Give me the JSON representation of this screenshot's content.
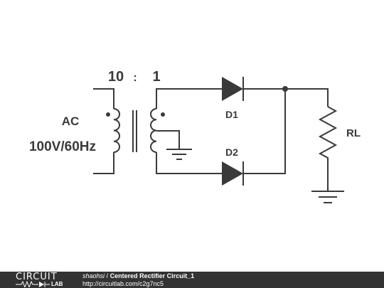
{
  "schematic": {
    "source": "AC",
    "source_rating": "100V/60Hz",
    "ratio_primary": "10",
    "ratio_sep": ":",
    "ratio_secondary": "1",
    "diode_top": "D1",
    "diode_bottom": "D2",
    "load": "RL"
  },
  "footer": {
    "logo_top": "CIRCUIT",
    "logo_bottom": "LAB",
    "author": "shaohsi",
    "separator": "/",
    "title": "Centered Rectifier Circuit_1",
    "url": "http://circuitlab.com/c2g7nc5"
  },
  "colors": {
    "ink": "#3a3a3a",
    "footer_bg": "#333333",
    "footer_text": "#ffffff"
  }
}
